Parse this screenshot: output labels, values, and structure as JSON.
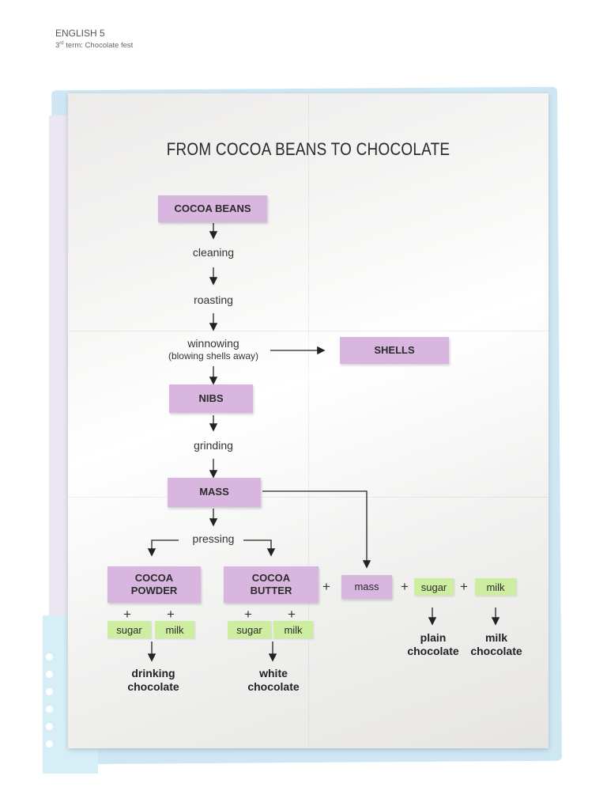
{
  "header": {
    "subject": "ENGLISH 5",
    "term_ordinal": "3",
    "term_suffix": "rd",
    "term_rest": " term: Chocolate fest"
  },
  "diagram": {
    "title": "FROM COCOA BEANS TO CHOCOLATE",
    "nodes": {
      "cocoa_beans": "COCOA BEANS",
      "shells": "SHELLS",
      "nibs": "NIBS",
      "mass": "MASS",
      "cocoa_powder": "COCOA\nPOWDER",
      "cocoa_butter": "COCOA\nBUTTER",
      "mass_small": "mass"
    },
    "steps": {
      "cleaning": "cleaning",
      "roasting": "roasting",
      "winnowing": "winnowing",
      "winnowing_note": "(blowing shells away)",
      "grinding": "grinding",
      "pressing": "pressing"
    },
    "ingredients": {
      "sugar": "sugar",
      "milk": "milk"
    },
    "plus": "+",
    "results": {
      "drinking_chocolate": "drinking\nchocolate",
      "white_chocolate": "white\nchocolate",
      "plain_chocolate": "plain\nchocolate",
      "milk_chocolate": "milk\nchocolate"
    }
  },
  "colors": {
    "tag_lilac": "#d8b6df",
    "tag_green": "#cdeea0",
    "backing_blue": "#cfe7f4",
    "arrow": "#222222"
  }
}
